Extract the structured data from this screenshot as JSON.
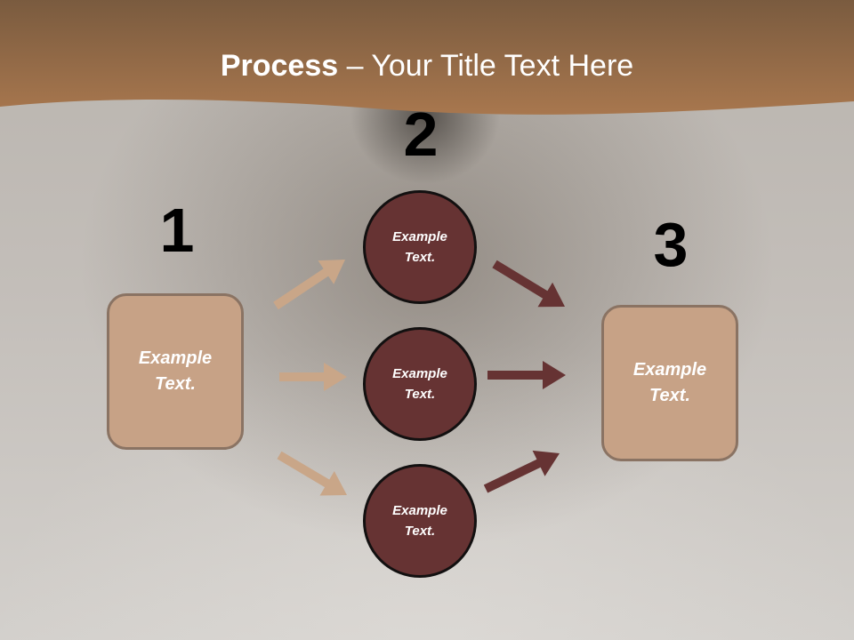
{
  "title": {
    "bold": "Process",
    "rest": " – Your Title Text Here"
  },
  "steps": {
    "one": "1",
    "two": "2",
    "three": "3"
  },
  "left_box": {
    "text": "Example Text."
  },
  "right_box": {
    "text": "Example Text."
  },
  "circles": [
    {
      "text": "Example Text."
    },
    {
      "text": "Example Text."
    },
    {
      "text": "Example Text."
    }
  ],
  "colors": {
    "header": "#a0714c",
    "box_fill": "#c7a286",
    "circle_fill": "#663333",
    "arrow_light": "#c9a688",
    "arrow_dark": "#663333"
  }
}
